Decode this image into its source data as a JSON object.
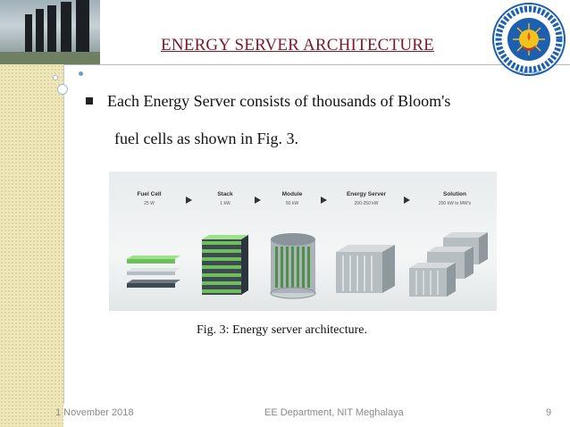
{
  "slide": {
    "title": "ENERGY SERVER ARCHITECTURE",
    "bullet_line1": "Each Energy Server consists of thousands of Bloom's",
    "bullet_line2": "fuel cells as shown in Fig. 3.",
    "caption": "Fig. 3: Energy server architecture."
  },
  "figure": {
    "stages": [
      {
        "label": "Fuel Cell",
        "sub": "25 W"
      },
      {
        "label": "Stack",
        "sub": "1 kW"
      },
      {
        "label": "Module",
        "sub": "50 kW"
      },
      {
        "label": "Energy Server",
        "sub": "200-250 kW"
      },
      {
        "label": "Solution",
        "sub": "200 kW to MW's"
      }
    ]
  },
  "footer": {
    "date": "1 November 2018",
    "department": "EE Department, NIT Meghalaya",
    "page": "9"
  },
  "colors": {
    "title": "#7a1a2a",
    "sidebar": "#efe6b9",
    "logo_blue": "#1d5fb0",
    "cell_green": "#6dbf5a"
  },
  "icons": {
    "logo": "nit-meghalaya-seal",
    "bullet": "square-bullet-icon"
  }
}
